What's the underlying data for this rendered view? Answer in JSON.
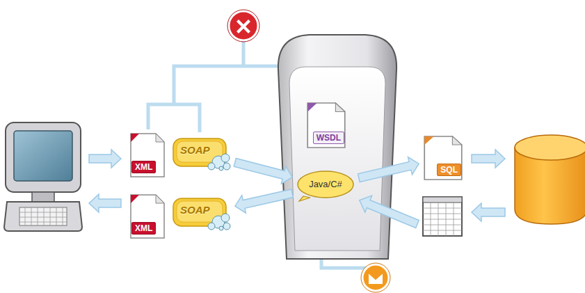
{
  "diagram": {
    "nodes": [
      {
        "text": [
          "XML"
        ]
      },
      {
        "text": [
          "SOAP"
        ]
      },
      {
        "text": [
          "XML"
        ]
      },
      {
        "text": [
          "SOAP"
        ]
      },
      {
        "text": [
          "WSDL"
        ]
      },
      {
        "text": [
          "Java/C#"
        ]
      },
      {
        "text": [
          "SQL"
        ]
      }
    ],
    "edges": [
      {
        "from": 1,
        "to": 5,
        "arrow": "to"
      },
      {
        "from": 5,
        "to": 3,
        "arrow": "to"
      },
      {
        "from": 5,
        "to": 6,
        "arrow": "to"
      }
    ]
  }
}
